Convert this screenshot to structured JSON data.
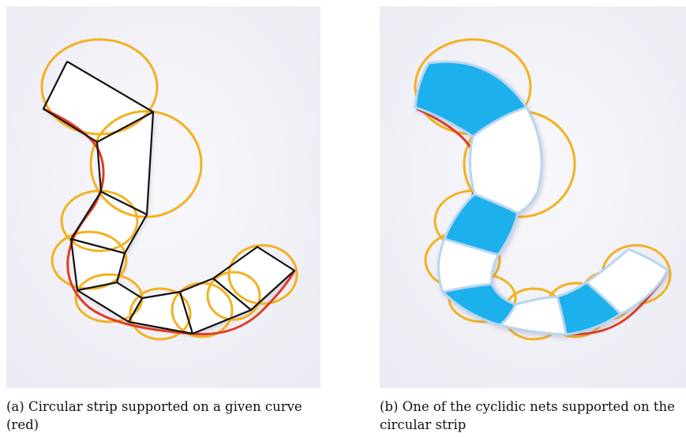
{
  "figure": {
    "panels": [
      {
        "id": "a",
        "caption": "(a) Circular strip supported on a given curve (red)",
        "colors": {
          "background": "#f0f0f8",
          "circles": "#f3b11f",
          "curve": "#e23a22",
          "polygon_edges": "#111111",
          "fill": "#ffffff"
        }
      },
      {
        "id": "b",
        "caption": "(b) One of the cyclidic nets supported on the circular strip",
        "colors": {
          "background": "#f0f0f8",
          "circles": "#f3b11f",
          "curve": "#e23a22",
          "patch_blue": "#1ab0ec",
          "patch_white": "#ffffff",
          "patch_edge": "#b8d6f2"
        }
      }
    ]
  }
}
